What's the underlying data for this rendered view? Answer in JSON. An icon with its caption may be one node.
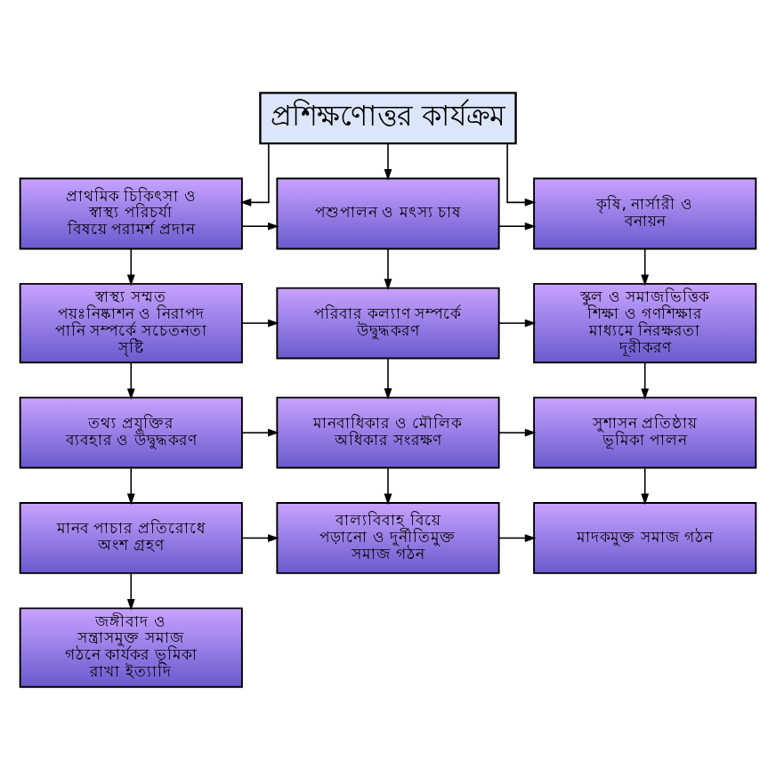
{
  "diagram": {
    "nodes": [
      {
        "text": [
          "প্রশিক্ষণোত্তর কার্যক্রম"
        ]
      },
      {
        "text": [
          "প্রাথমিক চিকিৎসা ও স্বাস্থ্য পরিচর্যা বিষয়ে পরামর্শ প্রদান"
        ]
      },
      {
        "text": [
          "পশুপালন ও মৎস্য চাষ"
        ]
      },
      {
        "text": [
          "কৃষি, নার্সারী ও বনায়ন"
        ]
      },
      {
        "text": [
          "স্বাস্থ্য সম্মত পয়ঃনিষ্কাশন ও নিরাপদ পানি সম্পর্কে সচেতনতা সৃষ্টি"
        ]
      },
      {
        "text": [
          "পরিবার কল্যাণ সম্পর্কে উদ্বুদ্ধকরণ"
        ]
      },
      {
        "text": [
          "স্কুল ও সমাজভিত্তিক শিক্ষা ও গণশিক্ষার মাধ্যমে নিরক্ষরতা দূরীকরণ"
        ]
      },
      {
        "text": [
          "তথ্য প্রযুক্তির ব্যবহার ও উদ্বুদ্ধকরণ"
        ]
      },
      {
        "text": [
          "মানবাধিকার ও মৌলিক অধিকার সংরক্ষণ"
        ]
      },
      {
        "text": [
          "সুশাসন প্রতিষ্ঠায় ভূমিকা পালন"
        ]
      },
      {
        "text": [
          "মানব পাচার প্রতিরোধে অংশ গ্রহণ"
        ]
      },
      {
        "text": [
          "বাল্যবিবাহ বিয়ে পড়ানো ও দুর্নীতিমুক্ত সমাজ গঠন"
        ]
      },
      {
        "text": [
          "মাদকমুক্ত সমাজ গঠন"
        ]
      },
      {
        "text": [
          "জঙ্গীবাদ ও সন্ত্রাসমুক্ত সমাজ গঠনে কার্যকর ভূমিকা রাখা ইত্যাদি"
        ]
      }
    ],
    "edges": [
      {
        "from": 0,
        "to": 1,
        "arrow": "to"
      },
      {
        "from": 0,
        "to": 2,
        "arrow": "to"
      },
      {
        "from": 0,
        "to": 3,
        "arrow": "to"
      },
      {
        "from": 1,
        "to": 2,
        "arrow": "to"
      },
      {
        "from": 2,
        "to": 3,
        "arrow": "to"
      },
      {
        "from": 1,
        "to": 4,
        "arrow": "to"
      },
      {
        "from": 2,
        "to": 5,
        "arrow": "to"
      },
      {
        "from": 3,
        "to": 6,
        "arrow": "to"
      },
      {
        "from": 4,
        "to": 5,
        "arrow": "to"
      },
      {
        "from": 5,
        "to": 6,
        "arrow": "to"
      },
      {
        "from": 4,
        "to": 7,
        "arrow": "to"
      },
      {
        "from": 5,
        "to": 8,
        "arrow": "to"
      },
      {
        "from": 6,
        "to": 9,
        "arrow": "to"
      },
      {
        "from": 7,
        "to": 8,
        "arrow": "to"
      },
      {
        "from": 8,
        "to": 9,
        "arrow": "to"
      },
      {
        "from": 7,
        "to": 10,
        "arrow": "to"
      },
      {
        "from": 8,
        "to": 11,
        "arrow": "to"
      },
      {
        "from": 9,
        "to": 12,
        "arrow": "to"
      },
      {
        "from": 10,
        "to": 11,
        "arrow": "to"
      },
      {
        "from": 11,
        "to": 12,
        "arrow": "to"
      },
      {
        "from": 10,
        "to": 13,
        "arrow": "to"
      }
    ]
  }
}
